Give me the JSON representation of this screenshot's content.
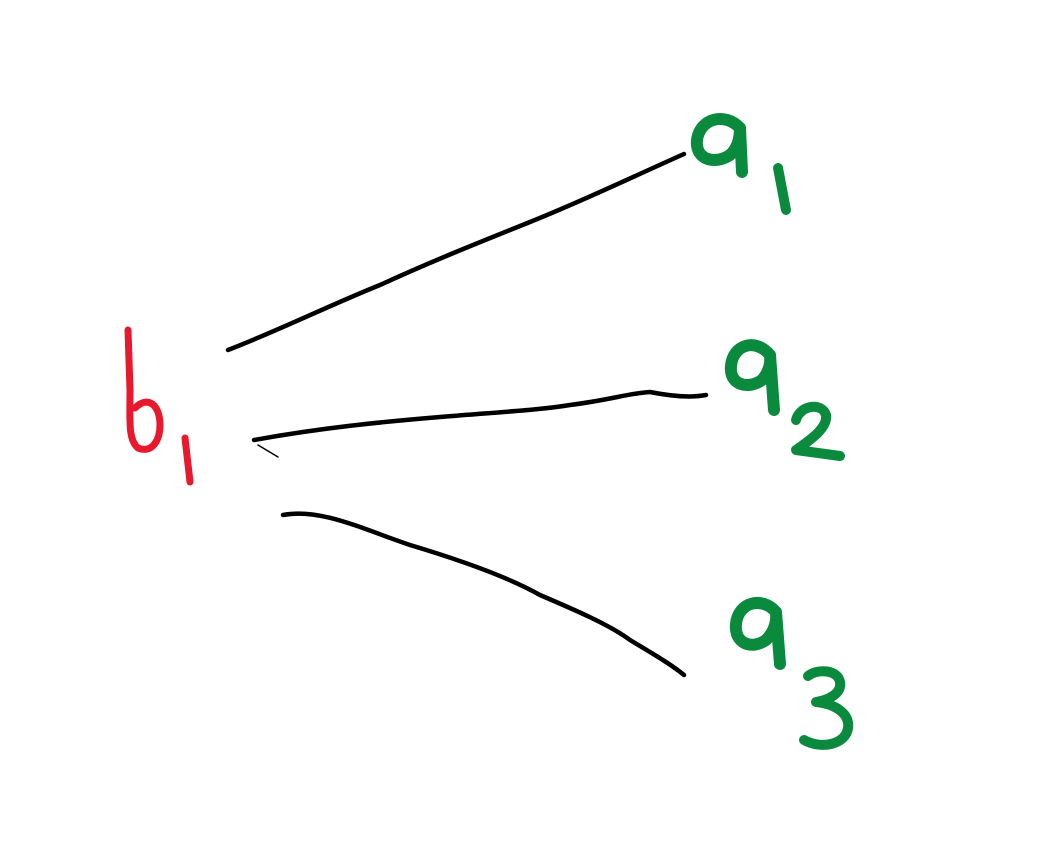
{
  "colors": {
    "background": "#ffffff",
    "source": "#e8192c",
    "target": "#0a8a3c",
    "edge": "#000000"
  },
  "nodes": {
    "source": {
      "text": "b",
      "subscript": "1"
    },
    "targets": [
      {
        "text": "a",
        "subscript": "1"
      },
      {
        "text": "a",
        "subscript": "2"
      },
      {
        "text": "a",
        "subscript": "3"
      }
    ]
  },
  "edges": [
    {
      "from": "b1",
      "to": "a1"
    },
    {
      "from": "b1",
      "to": "a2"
    },
    {
      "from": "b1",
      "to": "a3"
    }
  ]
}
